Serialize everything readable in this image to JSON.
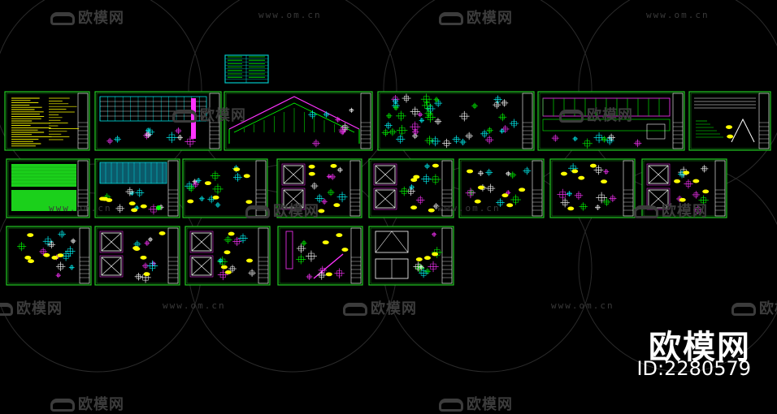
{
  "watermarks": {
    "brand_text": "欧模网",
    "url_text": "www.om.cn"
  },
  "branding": {
    "title": "欧模网",
    "id_label": "ID:2280579"
  },
  "colors": {
    "background": "#000000",
    "sheet_border": "#22cc22",
    "line_yellow": "#ffff00",
    "line_cyan": "#00ffff",
    "line_magenta": "#ff33ff",
    "line_white": "#ffffff",
    "line_green": "#00ff00",
    "table_cyan": "#00c8c8"
  },
  "icons": {
    "watermark_logo": "sofa-icon"
  }
}
